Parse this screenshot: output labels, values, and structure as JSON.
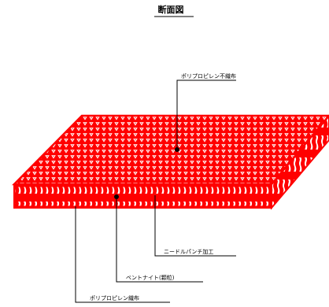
{
  "title": "断面図",
  "labels": {
    "top_fabric": "ポリプロピレン不織布",
    "needle_punch": "ニードルパンチ加工",
    "bentonite": "ベントナイト(顆粒)",
    "bottom_fabric": "ポリプロピレン織布"
  },
  "colors": {
    "accent": "#ff0000",
    "line": "#000000",
    "background": "#ffffff"
  }
}
